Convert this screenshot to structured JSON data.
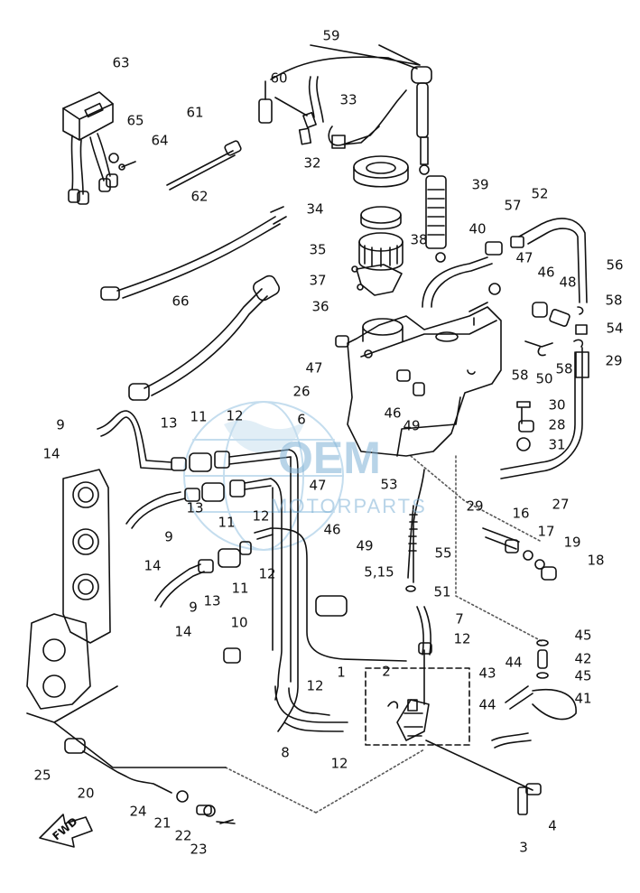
{
  "watermark": {
    "brand": "OEM",
    "subtitle": "MOTORPARTS"
  },
  "fwd_label": "FWD",
  "part_labels": [
    {
      "id": "p59",
      "text": "59"
    },
    {
      "id": "p63",
      "text": "63"
    },
    {
      "id": "p60",
      "text": "60"
    },
    {
      "id": "p33",
      "text": "33"
    },
    {
      "id": "p61",
      "text": "61"
    },
    {
      "id": "p65",
      "text": "65"
    },
    {
      "id": "p64",
      "text": "64"
    },
    {
      "id": "p32",
      "text": "32"
    },
    {
      "id": "p39",
      "text": "39"
    },
    {
      "id": "p62",
      "text": "62"
    },
    {
      "id": "p34",
      "text": "34"
    },
    {
      "id": "p57",
      "text": "57"
    },
    {
      "id": "p52",
      "text": "52"
    },
    {
      "id": "p40",
      "text": "40"
    },
    {
      "id": "p35",
      "text": "35"
    },
    {
      "id": "p38",
      "text": "38"
    },
    {
      "id": "p47a",
      "text": "47"
    },
    {
      "id": "p46a",
      "text": "46"
    },
    {
      "id": "p56",
      "text": "56"
    },
    {
      "id": "p48",
      "text": "48"
    },
    {
      "id": "p37",
      "text": "37"
    },
    {
      "id": "p58a",
      "text": "58"
    },
    {
      "id": "p66",
      "text": "66"
    },
    {
      "id": "p36",
      "text": "36"
    },
    {
      "id": "p54",
      "text": "54"
    },
    {
      "id": "p58b",
      "text": "58"
    },
    {
      "id": "p50",
      "text": "50"
    },
    {
      "id": "p58c",
      "text": "58"
    },
    {
      "id": "p29a",
      "text": "29"
    },
    {
      "id": "p47b",
      "text": "47"
    },
    {
      "id": "p26",
      "text": "26"
    },
    {
      "id": "p46b",
      "text": "46"
    },
    {
      "id": "p49a",
      "text": "49"
    },
    {
      "id": "p30",
      "text": "30"
    },
    {
      "id": "p9a",
      "text": "9"
    },
    {
      "id": "p13a",
      "text": "13"
    },
    {
      "id": "p11a",
      "text": "11"
    },
    {
      "id": "p12a",
      "text": "12"
    },
    {
      "id": "p6",
      "text": "6"
    },
    {
      "id": "p28",
      "text": "28"
    },
    {
      "id": "p14a",
      "text": "14"
    },
    {
      "id": "p31",
      "text": "31"
    },
    {
      "id": "p47c",
      "text": "47"
    },
    {
      "id": "p53",
      "text": "53"
    },
    {
      "id": "p29b",
      "text": "29"
    },
    {
      "id": "p27",
      "text": "27"
    },
    {
      "id": "p13b",
      "text": "13"
    },
    {
      "id": "p12b",
      "text": "12"
    },
    {
      "id": "p11b",
      "text": "11"
    },
    {
      "id": "p9b",
      "text": "9"
    },
    {
      "id": "p46c",
      "text": "46"
    },
    {
      "id": "p49b",
      "text": "49"
    },
    {
      "id": "p16",
      "text": "16"
    },
    {
      "id": "p17",
      "text": "17"
    },
    {
      "id": "p19",
      "text": "19"
    },
    {
      "id": "p14b",
      "text": "14"
    },
    {
      "id": "p12c",
      "text": "12"
    },
    {
      "id": "p55",
      "text": "55"
    },
    {
      "id": "p18",
      "text": "18"
    },
    {
      "id": "p13c",
      "text": "13"
    },
    {
      "id": "p11c",
      "text": "11"
    },
    {
      "id": "p5_15",
      "text": "5,15"
    },
    {
      "id": "p51",
      "text": "51"
    },
    {
      "id": "p9c",
      "text": "9"
    },
    {
      "id": "p14c",
      "text": "14"
    },
    {
      "id": "p7",
      "text": "7"
    },
    {
      "id": "p10",
      "text": "10"
    },
    {
      "id": "p12d",
      "text": "12"
    },
    {
      "id": "p45a",
      "text": "45"
    },
    {
      "id": "p42",
      "text": "42"
    },
    {
      "id": "p1",
      "text": "1"
    },
    {
      "id": "p2",
      "text": "2"
    },
    {
      "id": "p44a",
      "text": "44"
    },
    {
      "id": "p43",
      "text": "43"
    },
    {
      "id": "p45b",
      "text": "45"
    },
    {
      "id": "p12e",
      "text": "12"
    },
    {
      "id": "p41",
      "text": "41"
    },
    {
      "id": "p44b",
      "text": "44"
    },
    {
      "id": "p8",
      "text": "8"
    },
    {
      "id": "p12f",
      "text": "12"
    },
    {
      "id": "p25",
      "text": "25"
    },
    {
      "id": "p20",
      "text": "20"
    },
    {
      "id": "p24",
      "text": "24"
    },
    {
      "id": "p4",
      "text": "4"
    },
    {
      "id": "p21",
      "text": "21"
    },
    {
      "id": "p22",
      "text": "22"
    },
    {
      "id": "p23",
      "text": "23"
    },
    {
      "id": "p3",
      "text": "3"
    }
  ]
}
